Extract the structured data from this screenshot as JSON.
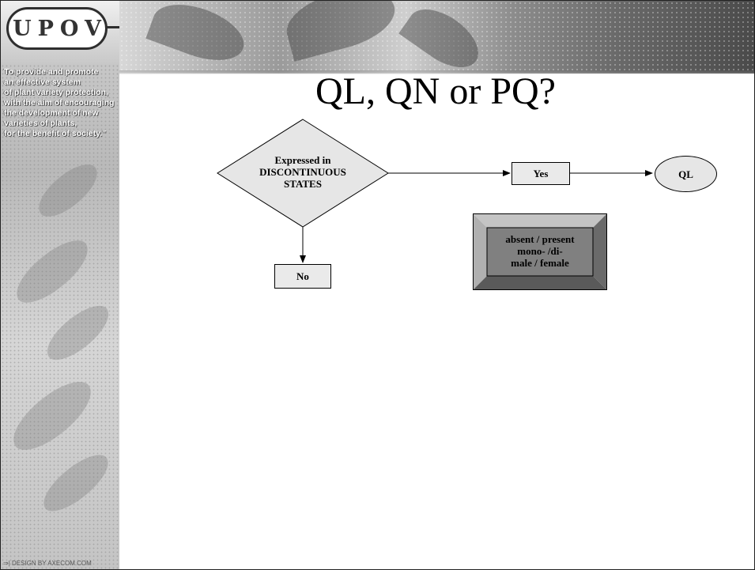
{
  "logo": {
    "text": "UPOV"
  },
  "sidebar": {
    "mission_lines": [
      "To provide and promote",
      "an effective system",
      "of plant variety protection,",
      "with the aim of encouraging",
      "the development of new",
      "varieties of plants,",
      "for the benefit of society.\""
    ],
    "design_credit": "DESIGN BY AXECOM.COM"
  },
  "slide": {
    "title": "QL, QN or PQ?"
  },
  "diagram": {
    "decision": {
      "lines": [
        "Expressed in",
        "DISCONTINUOUS",
        "STATES"
      ]
    },
    "yes_label": "Yes",
    "no_label": "No",
    "result_label": "QL",
    "example_lines": [
      "absent / present",
      "mono- /di-",
      "male / female"
    ]
  },
  "colors": {
    "box_fill": "#eaeaea",
    "example_fill": "#808080",
    "example_frame": "#9a9a9a"
  }
}
